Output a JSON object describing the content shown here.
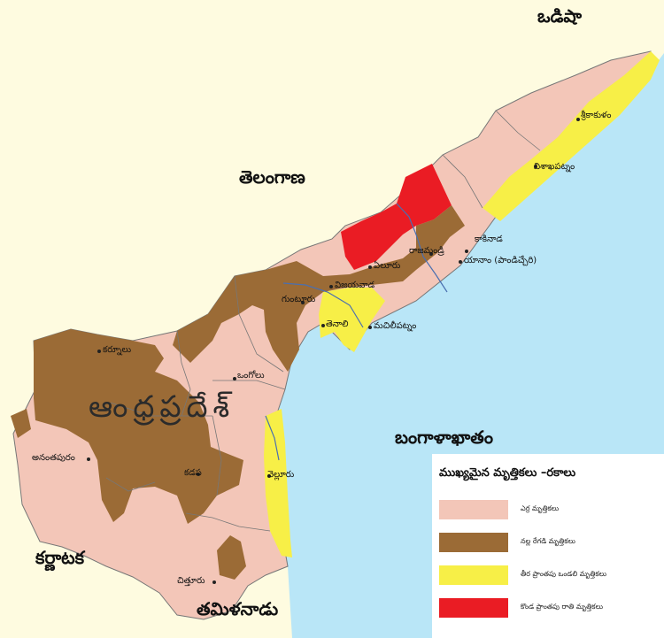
{
  "colors": {
    "sea": "#b9e6f7",
    "land": "#fefbe0",
    "red_soil": "#f3c6b8",
    "black_soil": "#9b6b36",
    "coastal_alluvial": "#f7ef47",
    "laterite": "#ea1c24",
    "boundary": "#777777",
    "river": "#4a6fb0"
  },
  "regions": {
    "odisha": "ఒడిషా",
    "telangana": "తెలంగాణ",
    "bay_of_bengal": "బంగాళాఖాతం",
    "karnataka": "కర్ణాటక",
    "tamil_nadu": "తమిళనాడు",
    "state": "ఆంధ్రప్రదేశ్"
  },
  "cities": {
    "srikakulam": "శ్రీకాకుళం",
    "visakhapatnam": "విశాఖపట్నం",
    "kakinada": "కాకినాడ",
    "yanam": "యానాం (పాండిచ్చేరి)",
    "rajahmundry": "రాజమండ్రి",
    "eluru": "ఏలూరు",
    "vijayawada": "విజయవాడ",
    "guntur": "గుంటూరు",
    "tenali": "తెనాలి",
    "machilipatnam": "మచిలీపట్నం",
    "kurnool": "కర్నూలు",
    "ongole": "ఒంగోలు",
    "anantapur": "అనంతపురం",
    "kadapa": "కడప",
    "nellore": "నెల్లూరు",
    "chittoor": "చిత్తూరు"
  },
  "legend": {
    "title": "ముఖ్యమైన మృత్తికలు –రకాలు",
    "items": [
      {
        "label": "ఎర్ర మృత్తికలు",
        "color": "#f3c6b8"
      },
      {
        "label": "నల్ల రేగడి మృత్తికలు",
        "color": "#9b6b36"
      },
      {
        "label": "తీర ప్రాంతపు ఒండలి మృత్తికలు",
        "color": "#f7ef47"
      },
      {
        "label": "కొండ ప్రాంతపు రాతి మృత్తికలు",
        "color": "#ea1c24"
      }
    ]
  }
}
